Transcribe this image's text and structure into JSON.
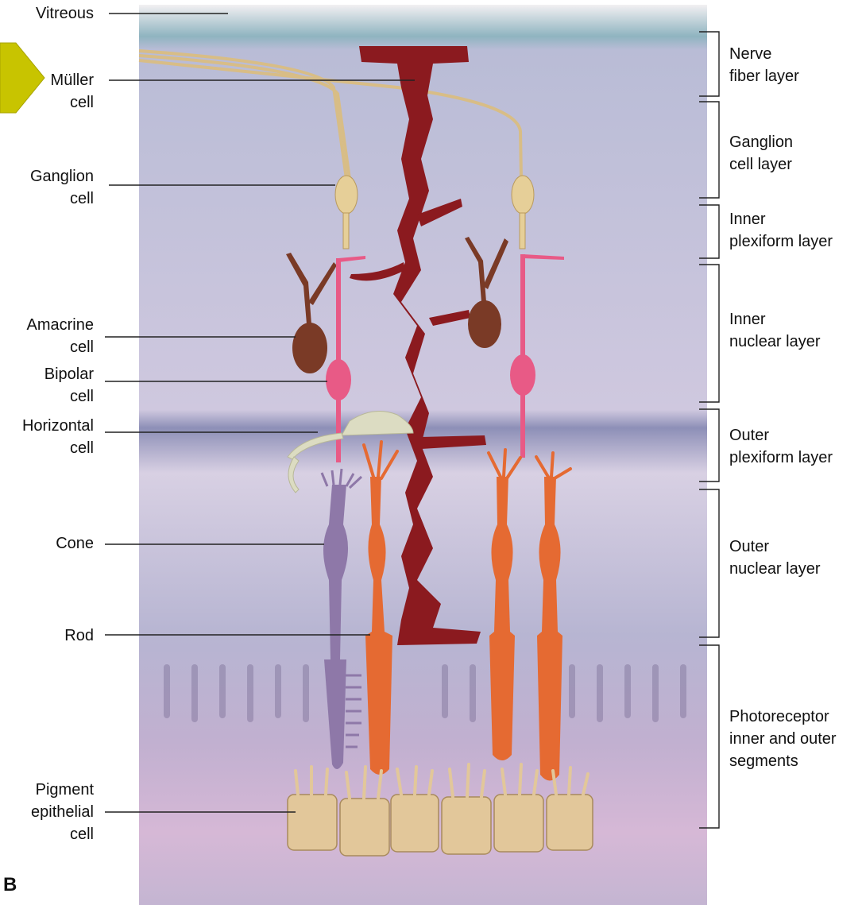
{
  "figure_label": "B",
  "left_labels": [
    {
      "id": "vitreous",
      "lines": [
        "Vitreous"
      ]
    },
    {
      "id": "muller",
      "lines": [
        "Müller",
        "cell"
      ]
    },
    {
      "id": "ganglion",
      "lines": [
        "Ganglion",
        "cell"
      ]
    },
    {
      "id": "amacrine",
      "lines": [
        "Amacrine",
        "cell"
      ]
    },
    {
      "id": "bipolar",
      "lines": [
        "Bipolar",
        "cell"
      ]
    },
    {
      "id": "horizontal",
      "lines": [
        "Horizontal",
        "cell"
      ]
    },
    {
      "id": "cone",
      "lines": [
        "Cone"
      ]
    },
    {
      "id": "rod",
      "lines": [
        "Rod"
      ]
    },
    {
      "id": "pigment",
      "lines": [
        "Pigment",
        "epithelial",
        "cell"
      ]
    }
  ],
  "right_labels": [
    {
      "id": "nfl",
      "lines": [
        "Nerve",
        "fiber layer"
      ]
    },
    {
      "id": "gcl",
      "lines": [
        "Ganglion",
        "cell layer"
      ]
    },
    {
      "id": "ipl",
      "lines": [
        "Inner",
        "plexiform layer"
      ]
    },
    {
      "id": "inl",
      "lines": [
        "Inner",
        "nuclear layer"
      ]
    },
    {
      "id": "opl",
      "lines": [
        "Outer",
        "plexiform layer"
      ]
    },
    {
      "id": "onl",
      "lines": [
        "Outer",
        "nuclear layer"
      ]
    },
    {
      "id": "pr",
      "lines": [
        "Photoreceptor",
        "inner and outer",
        "segments"
      ]
    }
  ],
  "colors": {
    "tissue": "#c9c2dc",
    "muller": "#8b1a1f",
    "ganglion": "#e6cf98",
    "amacrine": "#7a3a26",
    "bipolar": "#e85a86",
    "horizontal": "#dcdcc2",
    "cone": "#8e78a8",
    "rod": "#e56a32",
    "pigment": "#e2c79a",
    "marker": "#c8c400"
  }
}
